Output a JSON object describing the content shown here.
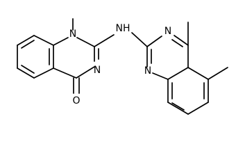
{
  "structure": {
    "atom_labels": {
      "n_methyl": "N",
      "n_ring_lower": "N",
      "nh_linker": "NH",
      "n_right_upper": "N",
      "n_right_lower": "N",
      "o_carbonyl": "O"
    }
  }
}
